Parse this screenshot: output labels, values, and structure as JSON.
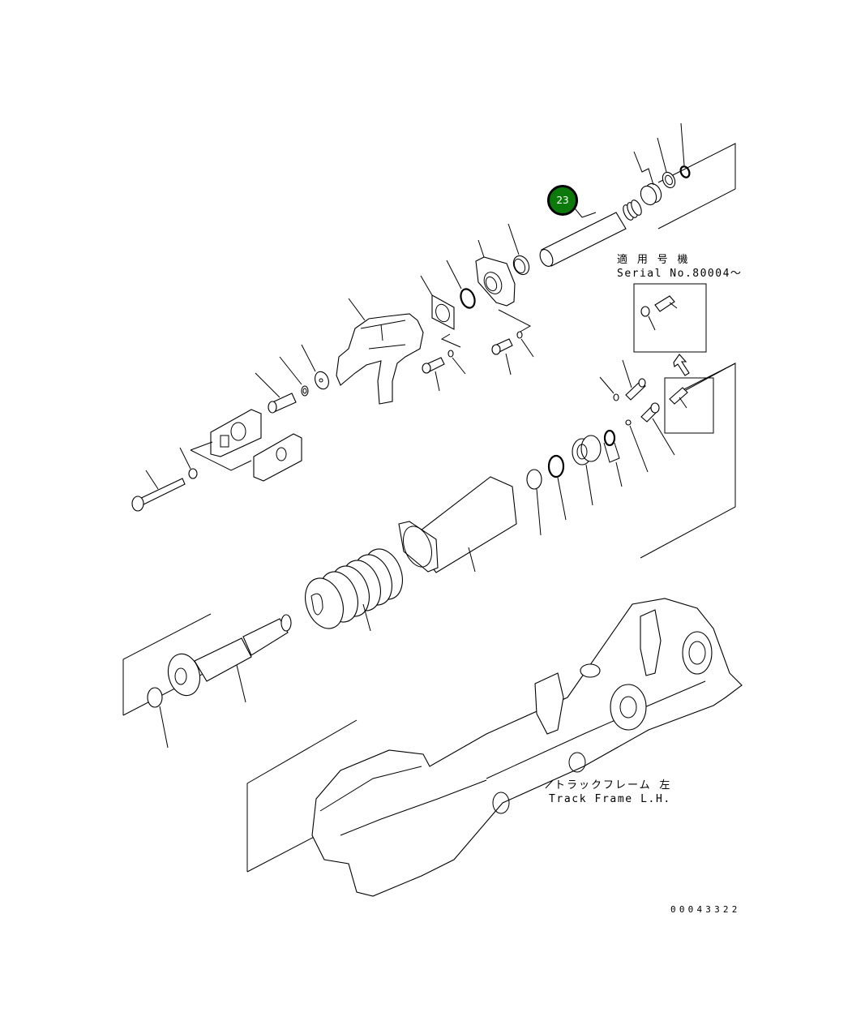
{
  "diagram": {
    "title_type": "Exploded parts diagram - recoil spring / idler cylinder assembly",
    "highlight_color": "#0b7a0b",
    "callout": {
      "number": "23",
      "part": "piston rod"
    },
    "serial_note": {
      "jp": "適 用 号 機",
      "en": "Serial No.80004〜"
    },
    "frame_label": {
      "jp": "トラックフレーム 左",
      "en": "Track Frame L.H."
    },
    "drawing_number": "00043322"
  }
}
